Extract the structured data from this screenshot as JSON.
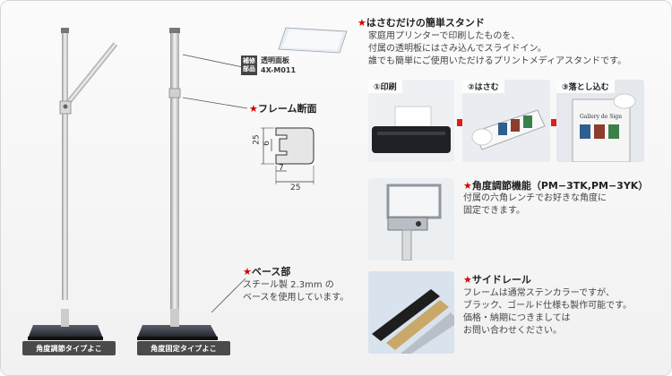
{
  "stands": {
    "left_caption": "角度調節タイプよこ",
    "right_caption": "角度固定タイプよこ"
  },
  "replacement": {
    "tag_top": "補修",
    "tag_bottom": "部品",
    "name": "透明面板",
    "code": "4X-M011"
  },
  "frame_section": {
    "title": "フレーム断面",
    "dim_height": "25",
    "dim_inner": "6",
    "dim_lip": "7",
    "dim_width": "25"
  },
  "base": {
    "title": "ベース部",
    "lines": [
      "スチール製 2.3mm の",
      "ベースを使用しています。"
    ]
  },
  "feature_simple": {
    "title": "はさむだけの簡単スタンド",
    "lines": [
      "家庭用プリンターで印刷したものを、",
      "付属の透明板にはさみ込んでスライドイン。",
      "誰でも簡単にご使用いただけるプリントメディアスタンドです。"
    ],
    "steps": [
      "①印刷",
      "②はさむ",
      "③落とし込む"
    ],
    "sign_text": "Gallery de Sign"
  },
  "feature_angle": {
    "title": "角度調節機能（PM−3TK,PM−3YK）",
    "lines": [
      "付属の六角レンチでお好きな角度に",
      "固定できます。"
    ]
  },
  "feature_rail": {
    "title": "サイドレール",
    "lines": [
      "フレームは通常ステンカラーですが、",
      "ブラック、ゴールド仕様も製作可能です。",
      "価格・納期につきましては",
      "お問い合わせください。"
    ]
  },
  "colors": {
    "accent_star": "#d40000",
    "arrow": "#e31b1b",
    "caption_bg": "#4b4b4b"
  },
  "star_glyph": "★"
}
